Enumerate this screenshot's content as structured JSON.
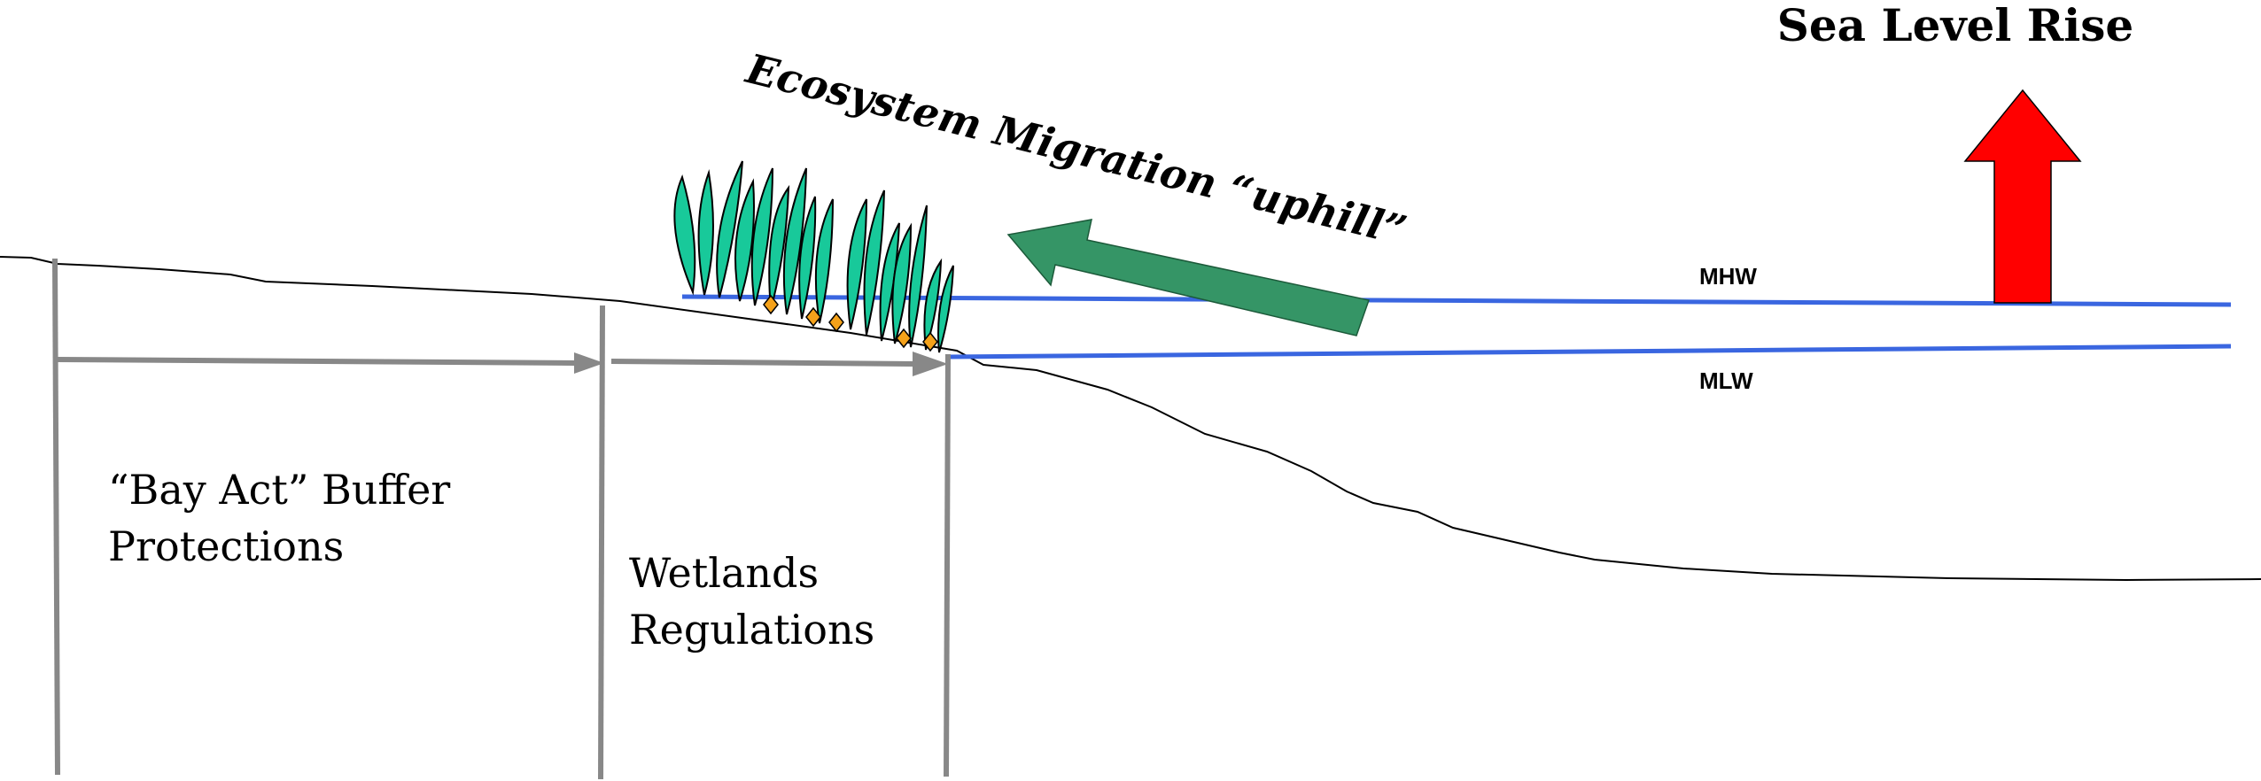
{
  "labels": {
    "sea_level_rise": "Sea Level Rise",
    "ecosystem_migration": "Ecosystem Migration “uphill”",
    "mhw": "MHW",
    "mlw": "MLW",
    "bay_act_line1": "“Bay Act” Buffer",
    "bay_act_line2": "Protections",
    "wetlands_line1": "Wetlands",
    "wetlands_line2": "Regulations"
  },
  "colors": {
    "tide_line": "#3a66e0",
    "sea_level_arrow": "#ff0000",
    "migration_arrow": "#359566",
    "marsh_grass": "#18c99a",
    "marsh_flower": "#f5a21a",
    "boundary_post": "#888888",
    "ground": "#000000"
  }
}
